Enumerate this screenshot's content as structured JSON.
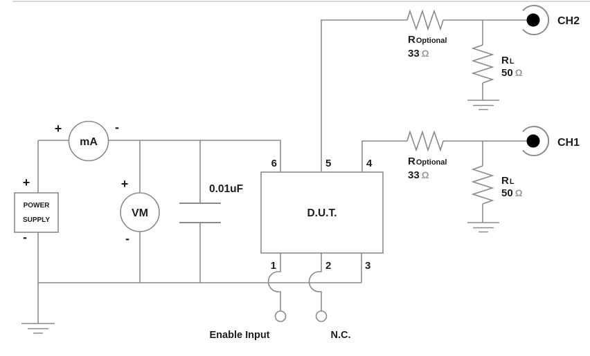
{
  "diagram": {
    "type": "test-circuit-schematic",
    "signs": {
      "plus": "+",
      "minus": "-"
    },
    "power_supply": {
      "line1": "POWER",
      "line2": "SUPPLY"
    },
    "ammeter": {
      "label": "mA"
    },
    "voltmeter": {
      "label": "VM"
    },
    "capacitor": {
      "value": "0.01uF"
    },
    "dut": {
      "label": "D.U.T.",
      "pins": [
        "1",
        "2",
        "3",
        "4",
        "5",
        "6"
      ]
    },
    "channels": [
      {
        "name": "CH2",
        "series_resistor": {
          "symbol": "R",
          "subscript": "Optional",
          "value": "33",
          "unit": "Ω"
        },
        "load_resistor": {
          "symbol": "R",
          "subscript": "L",
          "value": "50",
          "unit": "Ω"
        }
      },
      {
        "name": "CH1",
        "series_resistor": {
          "symbol": "R",
          "subscript": "Optional",
          "value": "33",
          "unit": "Ω"
        },
        "load_resistor": {
          "symbol": "R",
          "subscript": "L",
          "value": "50",
          "unit": "Ω"
        }
      }
    ],
    "terminals": {
      "enable": "Enable Input",
      "nc": "N.C."
    }
  },
  "colors": {
    "background": "#ffffff",
    "wire": "#8a8a8a",
    "text": "#1c1c1c",
    "ohm_symbol": "#9a9a9a",
    "connector_fill": "#000000",
    "border": "#cccccc"
  }
}
